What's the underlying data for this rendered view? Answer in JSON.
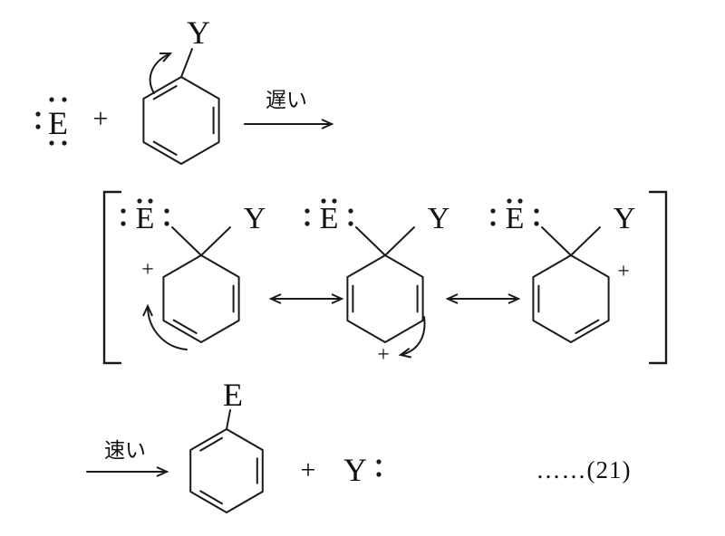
{
  "scheme": {
    "reactants": {
      "electrophile_symbol": "E",
      "plus_sign": "+",
      "substituent": "Y",
      "arrow_label_slow": "遅い"
    },
    "intermediate": {
      "structures": [
        {
          "electrophile": "E",
          "substituent": "Y",
          "charge": "+",
          "charge_position": "left"
        },
        {
          "electrophile": "E",
          "substituent": "Y",
          "charge": "+",
          "charge_position": "bottom"
        },
        {
          "electrophile": "E",
          "substituent": "Y",
          "charge": "+",
          "charge_position": "right"
        }
      ]
    },
    "products": {
      "arrow_label_fast": "速い",
      "product_substituent": "E",
      "plus_sign": "+",
      "leaving_group": "Y",
      "equation_number": "……(21)"
    }
  }
}
